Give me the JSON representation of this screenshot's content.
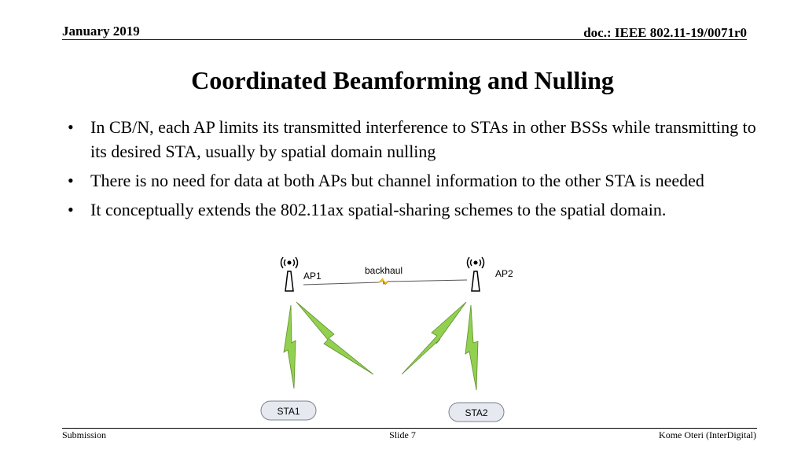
{
  "header": {
    "date": "January 2019",
    "doc_id": "doc.: IEEE 802.11-19/0071r0"
  },
  "title": "Coordinated Beamforming and Nulling",
  "bullets": [
    "In CB/N, each AP limits its transmitted  interference to STAs in other BSSs while transmitting to its desired STA, usually by spatial domain nulling",
    "There is no need for data at both APs but channel information to the other STA is needed",
    "It conceptually extends the 802.11ax spatial-sharing schemes to the spatial domain."
  ],
  "bullet_char": "•",
  "diagram": {
    "backhaul_label": "backhaul",
    "ap1_label": "AP1",
    "ap2_label": "AP2",
    "sta1_label": "STA1",
    "sta2_label": "STA2",
    "link_color": "#92d050",
    "backhaul_color": "#ffc000"
  },
  "footer": {
    "left": "Submission",
    "center": "Slide 7",
    "right": "Kome Oteri (InterDigital)"
  }
}
